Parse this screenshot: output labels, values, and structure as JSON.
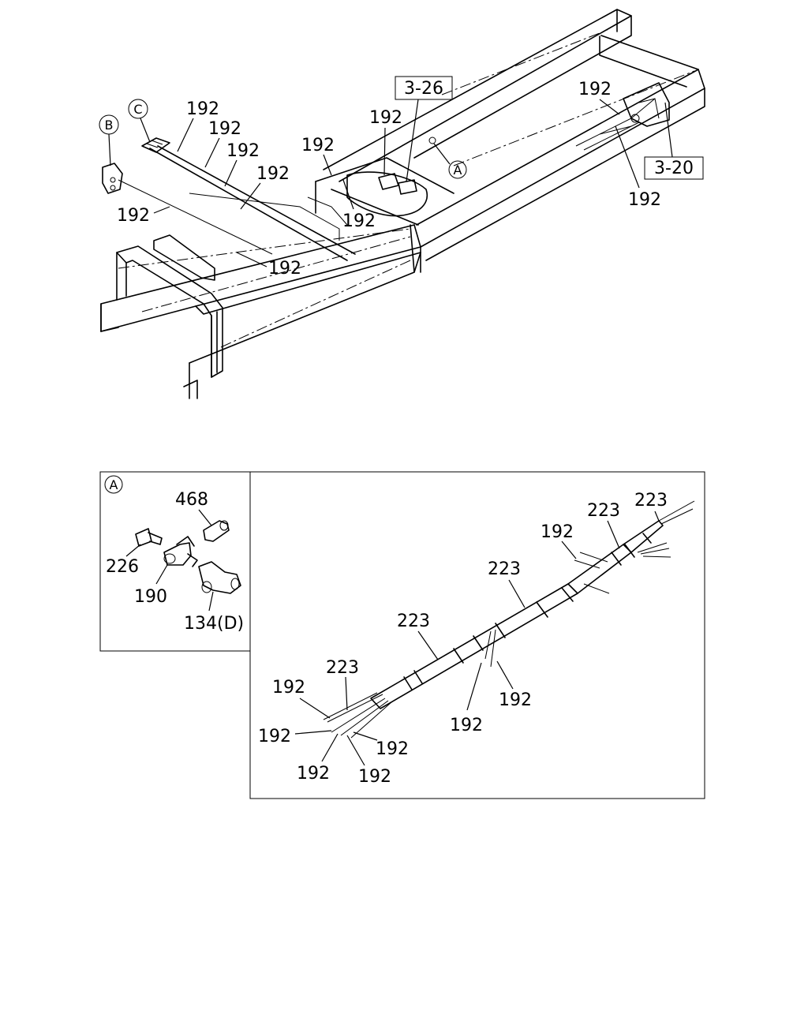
{
  "refs": {
    "ref_3_26": "3-26",
    "ref_3_20": "3-20"
  },
  "callouts": {
    "A": "A",
    "B": "B",
    "C": "C"
  },
  "parts": {
    "p192": "192",
    "p223": "223",
    "p468": "468",
    "p226": "226",
    "p190": "190",
    "p134": "134(D)"
  }
}
